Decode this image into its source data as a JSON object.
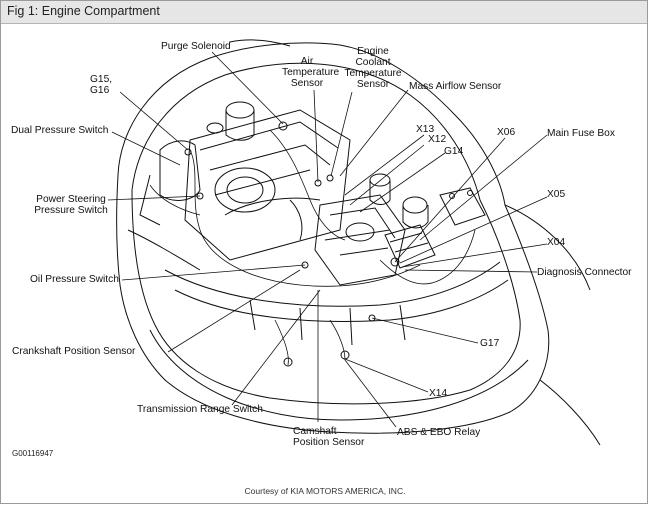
{
  "figure": {
    "title": "Fig 1: Engine Compartment",
    "image_code": "G00116947",
    "credit": "Courtesy of KIA MOTORS AMERICA, INC."
  },
  "labels": {
    "purge_solenoid": "Purge Solenoid",
    "air_temp_sensor": "Air\nTemperature\nSensor",
    "engine_coolant_temp_sensor": "Engine\nCoolant\nTemperature\nSensor",
    "mass_airflow_sensor": "Mass Airflow Sensor",
    "g15_g16": "G15,\nG16",
    "dual_pressure_switch": "Dual Pressure Switch",
    "x13": "X13",
    "x12": "X12",
    "g14": "G14",
    "x06": "X06",
    "main_fuse_box": "Main Fuse Box",
    "power_steering_pressure_switch": "Power Steering\nPressure Switch",
    "x05": "X05",
    "x04": "X04",
    "diagnosis_connector": "Diagnosis Connector",
    "oil_pressure_switch": "Oil Pressure Switch",
    "g17": "G17",
    "crankshaft_position_sensor": "Crankshaft Position Sensor",
    "x14": "X14",
    "transmission_range_switch": "Transmission Range Switch",
    "abs_ebo_relay": "ABS & EBO Relay",
    "camshaft_position_sensor": "Camshaft\nPosition Sensor"
  }
}
